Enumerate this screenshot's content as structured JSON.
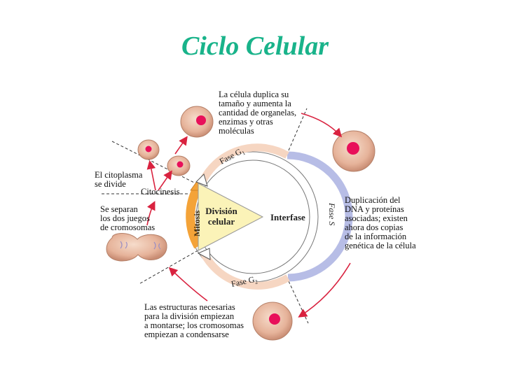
{
  "title": "Ciclo Celular",
  "labels": {
    "top_note": "La célula duplica su\ntamaño y aumenta la\ncantidad de organelas,\nenzimas y otras\nmoléculas",
    "cytoplasm": "El citoplasma\nse divide",
    "cytokinesis": "Citocinesis",
    "separate": "Se separan\nlos dos juegos\nde cromosomas",
    "duplication": "Duplicación del\nDNA y proteínas\nasociadas; existen\nahora dos copias\nde la información\ngenética de la célula",
    "bottom_note": "Las estructuras necesarias\npara la división empiezan\na montarse; los cromosomas\nempiezan a condensarse",
    "phase_g1": "Fase G",
    "phase_g1_sub": "1",
    "phase_s": "Fase S",
    "phase_g2": "Fase G",
    "phase_g2_sub": "2",
    "mitosis": "Mitosis",
    "division_line1": "División",
    "division_line2": "celular",
    "interphase": "Interfase"
  },
  "colors": {
    "title": "#19b38a",
    "cell_fill": "#e8b9a0",
    "nucleus": "#e8105a",
    "arrow_red": "#d9223f",
    "s_band": "#b7bde6",
    "g_band": "#f6d6c2",
    "mitosis_band": "#f4a338",
    "division_wedge": "#fbf3b8"
  }
}
